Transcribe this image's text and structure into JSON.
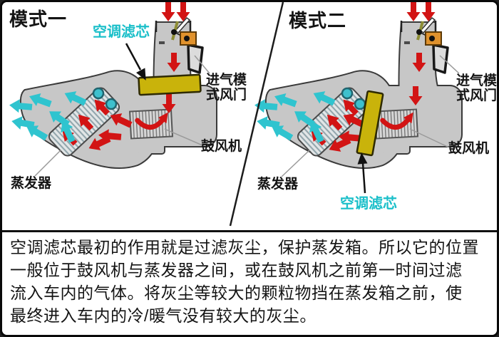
{
  "panels": [
    {
      "title": "模式一",
      "filter_label": "空调滤芯",
      "damper_label": "进气模\n式风门",
      "blower_label": "鼓风机",
      "evaporator_label": "蒸发器"
    },
    {
      "title": "模式二",
      "filter_label": "空调滤芯",
      "damper_label": "进气模\n式风门",
      "blower_label": "鼓风机",
      "evaporator_label": "蒸发器"
    }
  ],
  "description": "空调滤芯最初的作用就是过滤灰尘，保护蒸发箱。所以它的位置\n一般位于鼓风机与蒸发器之间，或在鼓风机之前第一时间过滤\n流入车内的气体。将灰尘等较大的颗粒物挡在蒸发箱之前，使\n最终进入车内的冷/暖气没有较大的灰尘。",
  "colors": {
    "filter_yellow": "#c9b30b",
    "label_cyan": "#1abfc9",
    "arrow_red": "#d21414",
    "arrow_cyan": "#2fc4cf",
    "duct_gray": "#c7c7c7",
    "actuator_orange": "#e0922d"
  }
}
